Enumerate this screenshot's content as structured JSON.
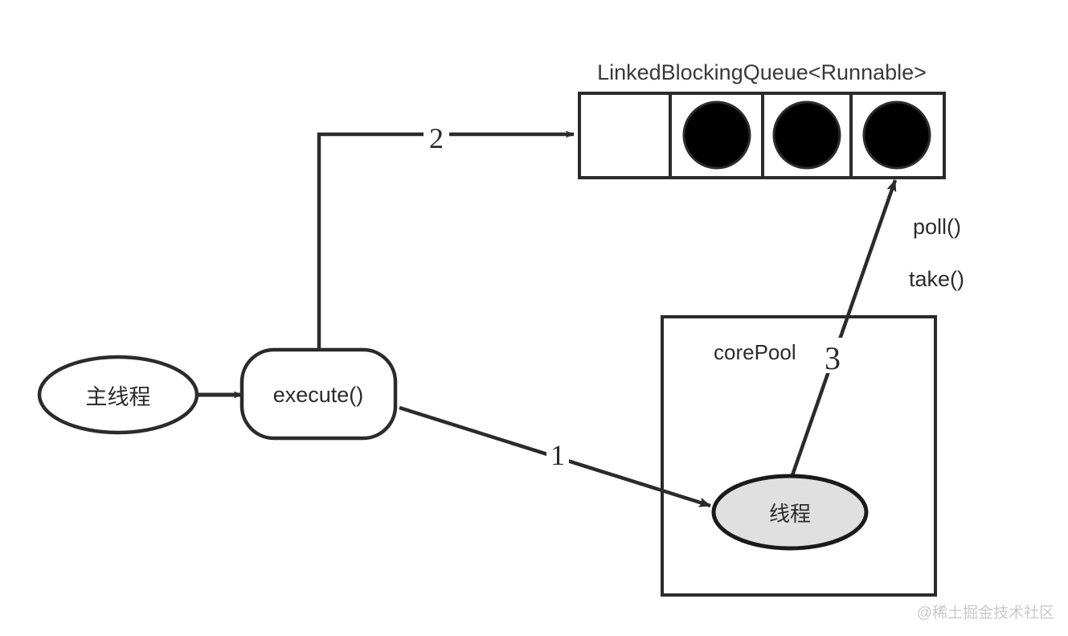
{
  "diagram": {
    "title": "LinkedBlockingQueue<Runnable>",
    "nodes": {
      "main_thread": "主线程",
      "execute": "execute()",
      "core_pool": "corePool",
      "worker_thread": "线程"
    },
    "queue": {
      "label": "LinkedBlockingQueue<Runnable>",
      "cells": [
        {
          "filled": false
        },
        {
          "filled": true
        },
        {
          "filled": true
        },
        {
          "filled": true
        }
      ]
    },
    "edge_labels": {
      "one": "1",
      "two": "2",
      "three": "3"
    },
    "method_labels": {
      "poll": "poll()",
      "take": "take()"
    },
    "watermark": "@稀土掘金技术社区",
    "colors": {
      "stroke": "#2b2b2b",
      "text": "#2b2b2b",
      "title": "#3a3a3a",
      "task_fill": "#000000",
      "thread_fill": "#e0e0e0",
      "background": "#ffffff",
      "watermark": "#c9c9c9"
    }
  }
}
